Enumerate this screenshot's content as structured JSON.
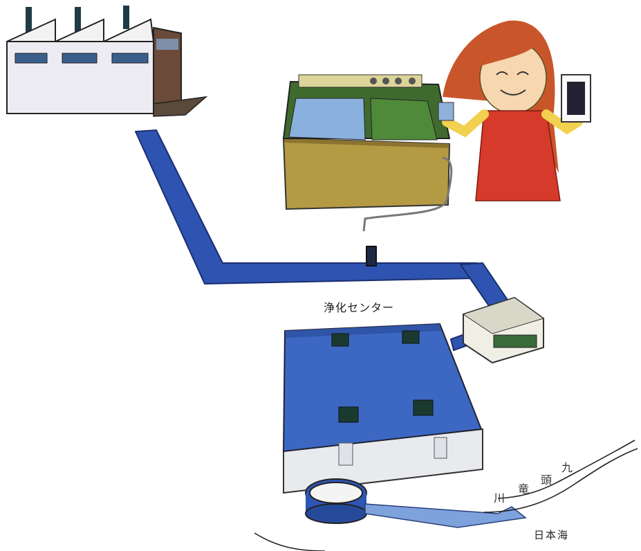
{
  "labels": {
    "purification_center": "浄化センター",
    "sea": "日本海",
    "river": [
      "川",
      "竜",
      "頭",
      "九"
    ]
  }
}
